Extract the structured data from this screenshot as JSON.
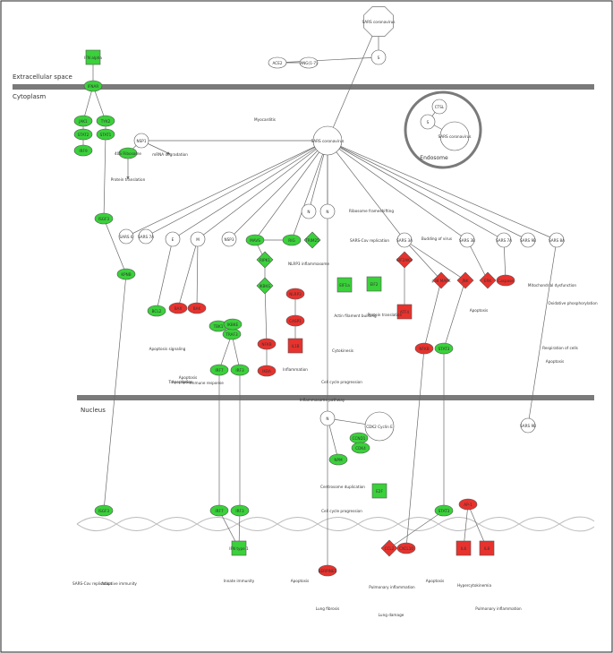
{
  "colors": {
    "up": "#e8322d",
    "down": "#3ad13a",
    "neutral": "#ffffff",
    "membrane": "#7a7a7a",
    "edge": "#6a6a6a"
  },
  "compartments": {
    "extracellular": "Extracellular space",
    "cytoplasm": "Cytoplasm",
    "nucleus": "Nucleus",
    "endosome": "Endosome"
  },
  "nodes": [
    {
      "id": "sars_top",
      "label": "SARS coronavirus",
      "shape": "octagon",
      "status": "neutral"
    },
    {
      "id": "s_top",
      "label": "S",
      "shape": "circle",
      "status": "neutral"
    },
    {
      "id": "ace2",
      "label": "ACE2",
      "shape": "ellipse",
      "status": "neutral"
    },
    {
      "id": "ang17",
      "label": "ANG(1-7)",
      "shape": "ellipse",
      "status": "neutral"
    },
    {
      "id": "sars_mid",
      "label": "SARS coronavirus",
      "shape": "circle",
      "status": "neutral"
    },
    {
      "id": "nsp1",
      "label": "NSP1",
      "shape": "circle",
      "status": "neutral"
    },
    {
      "id": "ribosome",
      "label": "40S Ribosome",
      "shape": "ellipse",
      "status": "down"
    },
    {
      "id": "mrna_deg",
      "label": "mRNA degradation",
      "shape": "text",
      "status": "neutral"
    },
    {
      "id": "prot_trans",
      "label": "Protein translation",
      "shape": "text",
      "status": "neutral"
    },
    {
      "id": "ifna",
      "label": "IFN alpha",
      "shape": "square",
      "status": "down"
    },
    {
      "id": "ifnar",
      "label": "IFNAR",
      "shape": "ellipse",
      "status": "down"
    },
    {
      "id": "jak1",
      "label": "JAK1",
      "shape": "ellipse",
      "status": "down"
    },
    {
      "id": "tyk2",
      "label": "TYK2",
      "shape": "ellipse",
      "status": "down"
    },
    {
      "id": "stat2",
      "label": "STAT2",
      "shape": "ellipse",
      "status": "down"
    },
    {
      "id": "stat1",
      "label": "STAT1",
      "shape": "ellipse",
      "status": "down"
    },
    {
      "id": "irf9",
      "label": "IRF9",
      "shape": "ellipse",
      "status": "down"
    },
    {
      "id": "isgf3",
      "label": "ISGF3",
      "shape": "ellipse",
      "status": "down"
    },
    {
      "id": "kpnb",
      "label": "KPNB",
      "shape": "ellipse",
      "status": "down"
    },
    {
      "id": "ctsl",
      "label": "CTSL",
      "shape": "circle",
      "status": "neutral"
    },
    {
      "id": "s_endo",
      "label": "S",
      "shape": "circle",
      "status": "neutral"
    },
    {
      "id": "sars_endo",
      "label": "SARS coronavirus",
      "shape": "circle",
      "status": "neutral"
    },
    {
      "id": "n1",
      "label": "N",
      "shape": "circle",
      "status": "neutral"
    },
    {
      "id": "n2",
      "label": "N",
      "shape": "circle",
      "status": "neutral"
    },
    {
      "id": "sars6",
      "label": "SARS 6",
      "shape": "circle",
      "status": "neutral"
    },
    {
      "id": "sars7a",
      "label": "SARS 7A",
      "shape": "circle",
      "status": "neutral"
    },
    {
      "id": "e",
      "label": "E",
      "shape": "circle",
      "status": "neutral"
    },
    {
      "id": "m",
      "label": "M",
      "shape": "circle",
      "status": "neutral"
    },
    {
      "id": "nsp3",
      "label": "NSP3",
      "shape": "circle",
      "status": "neutral"
    },
    {
      "id": "mavs",
      "label": "MAVS",
      "shape": "ellipse",
      "status": "down"
    },
    {
      "id": "rig",
      "label": "RIG",
      "shape": "ellipse",
      "status": "down"
    },
    {
      "id": "trim25",
      "label": "TRIM25",
      "shape": "diamond",
      "status": "down"
    },
    {
      "id": "ripk1",
      "label": "RIPK1",
      "shape": "diamond",
      "status": "down"
    },
    {
      "id": "ikbkg",
      "label": "IKBKG",
      "shape": "diamond",
      "status": "down"
    },
    {
      "id": "bcl2",
      "label": "BCL2",
      "shape": "ellipse",
      "status": "down"
    },
    {
      "id": "bax",
      "label": "BAX",
      "shape": "ellipse",
      "status": "up"
    },
    {
      "id": "bak",
      "label": "BAK",
      "shape": "ellipse",
      "status": "up"
    },
    {
      "id": "traf3",
      "label": "TRAF3",
      "shape": "ellipse",
      "status": "down"
    },
    {
      "id": "tbk1",
      "label": "TBK1",
      "shape": "ellipse",
      "status": "down"
    },
    {
      "id": "ikbke",
      "label": "IKBKE",
      "shape": "ellipse",
      "status": "down"
    },
    {
      "id": "irf7_c",
      "label": "IRF7",
      "shape": "ellipse",
      "status": "down"
    },
    {
      "id": "irf3_c",
      "label": "IRF3",
      "shape": "ellipse",
      "status": "down"
    },
    {
      "id": "nfkb",
      "label": "NFKB",
      "shape": "ellipse",
      "status": "up"
    },
    {
      "id": "ikba",
      "label": "IKBA",
      "shape": "ellipse",
      "status": "up"
    },
    {
      "id": "nlrp3",
      "label": "NLRP3",
      "shape": "ellipse",
      "status": "up"
    },
    {
      "id": "casp1",
      "label": "CASP1",
      "shape": "ellipse",
      "status": "up"
    },
    {
      "id": "il1b",
      "label": "IL1B",
      "shape": "square",
      "status": "up"
    },
    {
      "id": "eif1a",
      "label": "EIF1a",
      "shape": "square",
      "status": "down"
    },
    {
      "id": "eif2",
      "label": "EIF2",
      "shape": "square",
      "status": "down"
    },
    {
      "id": "eif2ak3",
      "label": "EIF2AK3",
      "shape": "diamond",
      "status": "up"
    },
    {
      "id": "atf4",
      "label": "ATF4",
      "shape": "square",
      "status": "up"
    },
    {
      "id": "p38",
      "label": "p38 MAPK",
      "shape": "diamond",
      "status": "up"
    },
    {
      "id": "jnk",
      "label": "JNK",
      "shape": "diamond",
      "status": "up"
    },
    {
      "id": "erk",
      "label": "ERK",
      "shape": "diamond",
      "status": "up"
    },
    {
      "id": "nfkb2",
      "label": "NFKB",
      "shape": "ellipse",
      "status": "up"
    },
    {
      "id": "stat3",
      "label": "STAT3",
      "shape": "ellipse",
      "status": "down"
    },
    {
      "id": "caspase",
      "label": "Caspase",
      "shape": "ellipse",
      "status": "up"
    },
    {
      "id": "cdk2",
      "label": "CDK2 Cyclin E",
      "shape": "circle",
      "status": "neutral"
    },
    {
      "id": "ccnd1",
      "label": "CCND1",
      "shape": "ellipse",
      "status": "down"
    },
    {
      "id": "cdk4",
      "label": "CDK4",
      "shape": "ellipse",
      "status": "down"
    },
    {
      "id": "npm",
      "label": "NPM",
      "shape": "ellipse",
      "status": "down"
    },
    {
      "id": "e2f",
      "label": "E2F",
      "shape": "square",
      "status": "down"
    },
    {
      "id": "sars9b",
      "label": "SARS 9B",
      "shape": "circle",
      "status": "neutral"
    },
    {
      "id": "sars3a",
      "label": "SARS 3A",
      "shape": "circle",
      "status": "neutral"
    },
    {
      "id": "sars3b",
      "label": "SARS 3B",
      "shape": "circle",
      "status": "neutral"
    },
    {
      "id": "sars7a2",
      "label": "SARS 7A",
      "shape": "circle",
      "status": "neutral"
    },
    {
      "id": "sars9b2",
      "label": "SARS 9B",
      "shape": "circle",
      "status": "neutral"
    },
    {
      "id": "sars8a",
      "label": "SARS 8A",
      "shape": "circle",
      "status": "neutral"
    },
    {
      "id": "n_nuc",
      "label": "N",
      "shape": "circle",
      "status": "neutral"
    },
    {
      "id": "irf7_n",
      "label": "IRF7",
      "shape": "ellipse",
      "status": "down"
    },
    {
      "id": "irf3_n",
      "label": "IRF3",
      "shape": "ellipse",
      "status": "down"
    },
    {
      "id": "isgf3_n",
      "label": "ISGF3",
      "shape": "ellipse",
      "status": "down"
    },
    {
      "id": "ifn1",
      "label": "IFN type 1",
      "shape": "square",
      "status": "down"
    },
    {
      "id": "stat3_n",
      "label": "STAT3",
      "shape": "ellipse",
      "status": "down"
    },
    {
      "id": "ccl2",
      "label": "CCL2",
      "shape": "diamond",
      "status": "up"
    },
    {
      "id": "cxcl10",
      "label": "CXCL10",
      "shape": "ellipse",
      "status": "up"
    },
    {
      "id": "il6",
      "label": "IL6",
      "shape": "square",
      "status": "up"
    },
    {
      "id": "il8",
      "label": "IL8",
      "shape": "square",
      "status": "up"
    },
    {
      "id": "serpine1",
      "label": "SERPINE1",
      "shape": "ellipse",
      "status": "up"
    },
    {
      "id": "ap1",
      "label": "AP-1",
      "shape": "ellipse",
      "status": "up"
    }
  ],
  "text_labels": [
    {
      "id": "myo",
      "text": "Myocarditis"
    },
    {
      "id": "apoptosis1",
      "text": "Apoptosis"
    },
    {
      "id": "apoptosis2",
      "text": "Apoptosis"
    },
    {
      "id": "apoptosis3",
      "text": "Apoptosis"
    },
    {
      "id": "apoptosis4",
      "text": "Apoptosis"
    },
    {
      "id": "apoptosis5",
      "text": "Apoptosis"
    },
    {
      "id": "apoptosis6",
      "text": "Apoptosis"
    },
    {
      "id": "apoptosis_sig",
      "text": "Apoptosis signaling"
    },
    {
      "id": "inflammasome",
      "text": "NLRP3 inflammasome"
    },
    {
      "id": "inflammation1",
      "text": "Inflammation"
    },
    {
      "id": "inflammasome_path",
      "text": "Inflammasome pathway"
    },
    {
      "id": "actin",
      "text": "Actin filament building"
    },
    {
      "id": "cytokinesis",
      "text": "Cytokinesis"
    },
    {
      "id": "cell_cycle",
      "text": "Cell cycle progression"
    },
    {
      "id": "prot_trans2",
      "text": "Protein translation"
    },
    {
      "id": "ribo_frame",
      "text": "Ribosome frameshifting"
    },
    {
      "id": "sars_rep",
      "text": "SARS-Cov replication"
    },
    {
      "id": "budding",
      "text": "Budding of virus"
    },
    {
      "id": "mito_dys",
      "text": "Mitochondrial dysfunction"
    },
    {
      "id": "oxphos",
      "text": "Oxidative phosphorylation"
    },
    {
      "id": "resp",
      "text": "Respiration of cells"
    },
    {
      "id": "centro",
      "text": "Centrosome duplication"
    },
    {
      "id": "cell_cycle2",
      "text": "Cell cycle progression"
    },
    {
      "id": "sars_rep2",
      "text": "SARS-Cov replication"
    },
    {
      "id": "adaptive",
      "text": "Adaptive immunity"
    },
    {
      "id": "innate",
      "text": "Innate immunity"
    },
    {
      "id": "pulm_inf",
      "text": "Pulmonary inflammation"
    },
    {
      "id": "hyper",
      "text": "Hypercytokinemia"
    },
    {
      "id": "pulm_inf2",
      "text": "Pulmonary inflammation"
    },
    {
      "id": "lung_dmg",
      "text": "Lung damage"
    },
    {
      "id": "lung_fib",
      "text": "Lung fibrosis"
    },
    {
      "id": "transcription",
      "text": "Transcription"
    },
    {
      "id": "immune_resp",
      "text": "Immune response"
    }
  ]
}
